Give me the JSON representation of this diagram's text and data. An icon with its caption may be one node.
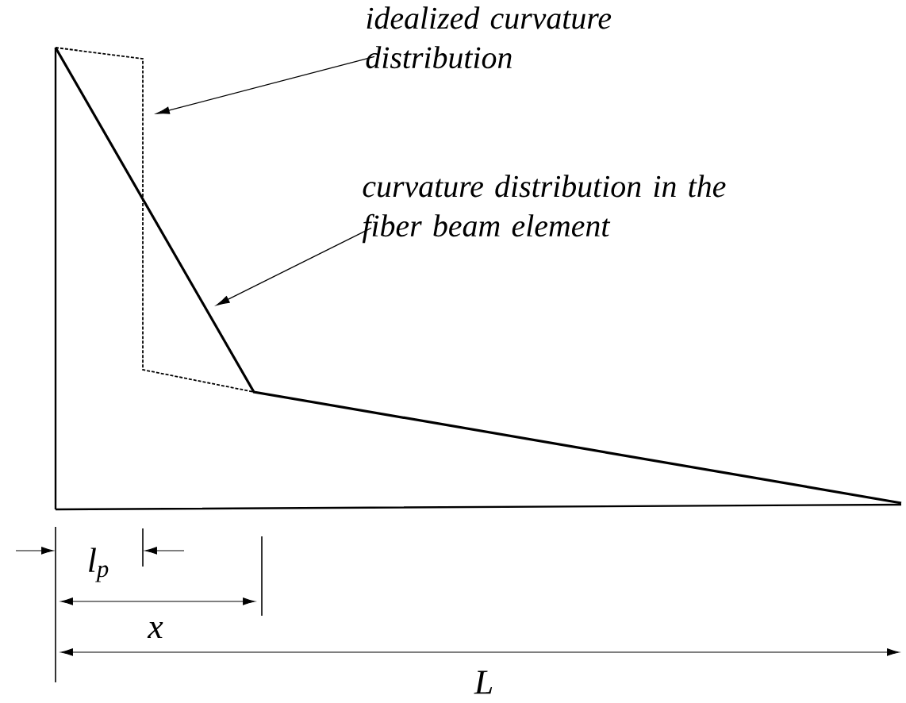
{
  "diagram": {
    "nodes": [
      {
        "text": [
          "idealized curvature distribution"
        ]
      },
      {
        "text": [
          "curvature distribution in the fiber beam element"
        ]
      }
    ],
    "edges": [
      {
        "from": 0,
        "to": null,
        "arrow": "to"
      },
      {
        "from": 1,
        "to": null,
        "arrow": "to"
      }
    ],
    "labels": [
      "l$_{p}$",
      "x",
      "L"
    ]
  }
}
